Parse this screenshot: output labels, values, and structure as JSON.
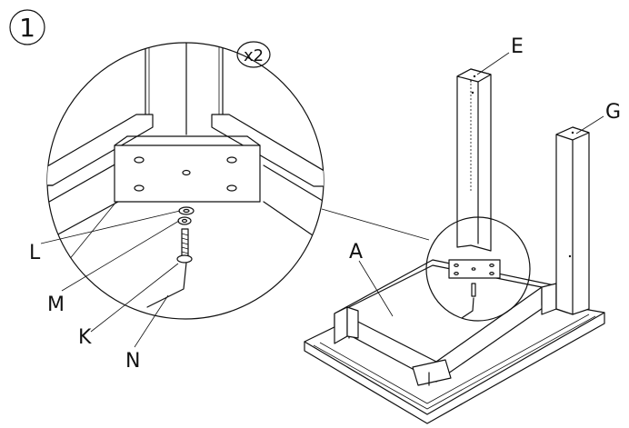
{
  "step": {
    "number": "1"
  },
  "detail": {
    "quantity": "x2"
  },
  "parts": {
    "E": "E",
    "G": "G",
    "A": "A",
    "L": "L",
    "M": "M",
    "K": "K",
    "N": "N"
  }
}
